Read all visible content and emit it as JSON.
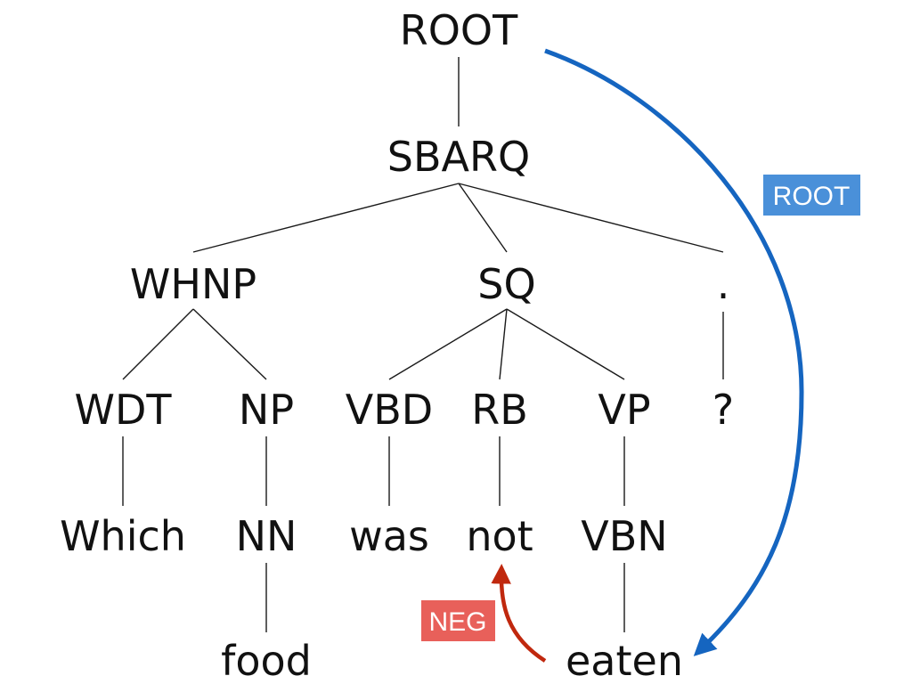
{
  "tree": {
    "nodes": {
      "root": "ROOT",
      "sbarq": "SBARQ",
      "whnp": "WHNP",
      "sq": "SQ",
      "period": ".",
      "wdt": "WDT",
      "np": "NP",
      "vbd": "VBD",
      "rb": "RB",
      "vp": "VP",
      "question_mark": "?",
      "which": "Which",
      "nn": "NN",
      "was": "was",
      "not": "not",
      "vbn": "VBN",
      "food": "food",
      "eaten": "eaten"
    }
  },
  "dependencies": [
    {
      "id": "root-arc",
      "label": "ROOT",
      "color": "#4a90d9",
      "arrow_color": "#1565c0"
    },
    {
      "id": "neg-arc",
      "label": "NEG",
      "color": "#e8605a",
      "arrow_color": "#c0280e"
    }
  ]
}
